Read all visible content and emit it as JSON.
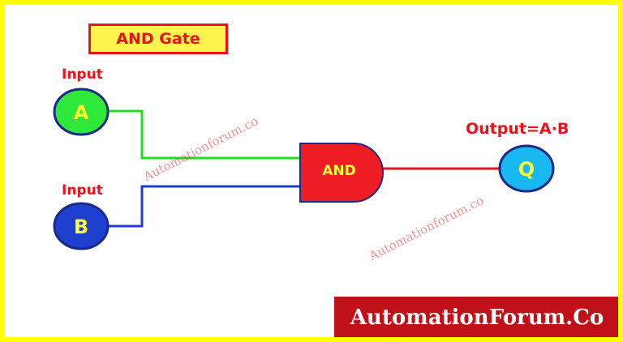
{
  "title": "AND Gate",
  "input_a": {
    "caption": "Input",
    "node_label": "A",
    "fill": "#2ee83a"
  },
  "input_b": {
    "caption": "Input",
    "node_label": "B",
    "fill": "#1f3fcf"
  },
  "gate": {
    "label": "AND",
    "fill": "#ee1c24"
  },
  "output": {
    "caption": "Output=A·B",
    "node_label": "Q",
    "fill": "#1ab8f0"
  },
  "wires": {
    "a_color": "#22dd22",
    "b_color": "#1c3fcf",
    "out_color": "#e8141c"
  },
  "watermarks": [
    "Automationforum.co",
    "Automationforum.co"
  ],
  "brand": "AutomationForum.Co",
  "colors": {
    "border": "#ffff00",
    "label_red": "#e8141c",
    "node_text": "#ffff33",
    "brand_bg": "#c01018"
  }
}
